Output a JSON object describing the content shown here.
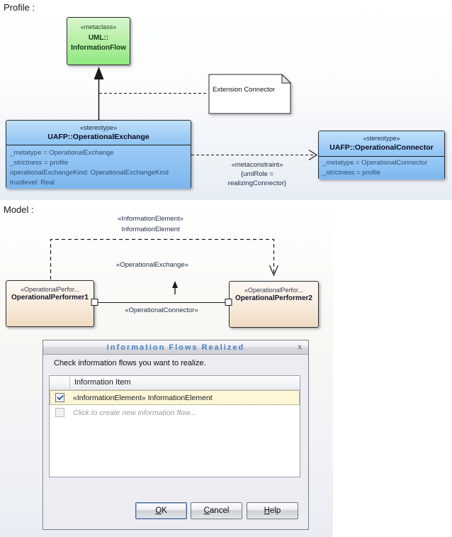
{
  "profile": {
    "section_label": "Profile :",
    "metaclass_box": {
      "stereotype": "«metaclass»",
      "name_line1": "UML::",
      "name_line2": "InformationFlow"
    },
    "note_text": "Extension Connector",
    "exchange_box": {
      "stereotype": "«stereotype»",
      "name": "UAFP::OperationalExchange",
      "attributes": [
        "_metatype = OperationalExchange",
        "_strictness = profile",
        "operationalExchangeKind: OperationalExchangeKind",
        "trustlevel: Real"
      ]
    },
    "connector_box": {
      "stereotype": "«stereotype»",
      "name": "UAFP::OperationalConnector",
      "attributes": [
        "_metatype = OperationalConnector",
        "_strictness = profile"
      ]
    },
    "metaconstraint_label": {
      "line1": "«metaconstraint»",
      "line2": "{umlRole =",
      "line3": "realizingConnector}"
    }
  },
  "model": {
    "section_label": "Model :",
    "information_element_label": {
      "line1": "«InformationElement»",
      "line2": "InformationElement"
    },
    "operational_exchange_label": "«OperationalExchange»",
    "operational_connector_label": "«OperationalConnector»",
    "performer1": {
      "stereotype": "«OperationalPerfor...",
      "name": "OperationalPerformer1"
    },
    "performer2": {
      "stereotype": "«OperationalPerfor...",
      "name": "OperationalPerformer2"
    }
  },
  "dialog": {
    "title": "Information Flows Realized",
    "close_glyph": "x",
    "instruction": "Check information flows you want to realize.",
    "list": {
      "header": "Information Item",
      "rows": [
        {
          "checked": true,
          "text": "«InformationElement» InformationElement"
        },
        {
          "checked": false,
          "text": "Click to create new information flow..."
        }
      ]
    },
    "buttons": [
      {
        "label": "OK"
      },
      {
        "label": "Cancel"
      },
      {
        "label": "Help"
      }
    ]
  },
  "colors": {
    "metaclass_fill": "#90e881",
    "stereotype_fill": "#7cb6ee",
    "performer_fill": "#f0dbc2",
    "selected_row_fill": "#fdf7d8",
    "dialog_title_text": "#4b7fc0",
    "checkbox_check": "#3160a8"
  }
}
